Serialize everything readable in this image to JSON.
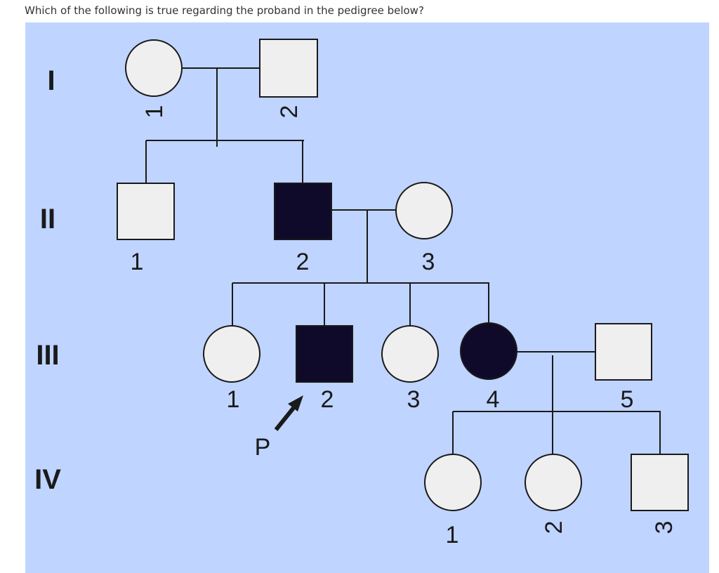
{
  "question": "Which of the following is true regarding the proband in the pedigree below?",
  "colors": {
    "background": "#bfd4ff",
    "unaffected": "#efefef",
    "affected": "#0f0a2a",
    "line": "#1a1a1a"
  },
  "generations": [
    {
      "label": "I"
    },
    {
      "label": "II"
    },
    {
      "label": "III"
    },
    {
      "label": "IV"
    }
  ],
  "individuals": {
    "I_1": {
      "number": "1",
      "sex": "female",
      "affected": false
    },
    "I_2": {
      "number": "2",
      "sex": "male",
      "affected": false
    },
    "II_1": {
      "number": "1",
      "sex": "male",
      "affected": false
    },
    "II_2": {
      "number": "2",
      "sex": "male",
      "affected": true
    },
    "II_3": {
      "number": "3",
      "sex": "female",
      "affected": false
    },
    "III_1": {
      "number": "1",
      "sex": "female",
      "affected": false
    },
    "III_2": {
      "number": "2",
      "sex": "male",
      "affected": true,
      "proband": true
    },
    "III_3": {
      "number": "3",
      "sex": "female",
      "affected": false
    },
    "III_4": {
      "number": "4",
      "sex": "female",
      "affected": true
    },
    "III_5": {
      "number": "5",
      "sex": "male",
      "affected": false
    },
    "IV_1": {
      "number": "1",
      "sex": "female",
      "affected": false
    },
    "IV_2": {
      "number": "2",
      "sex": "female",
      "affected": false
    },
    "IV_3": {
      "number": "3",
      "sex": "male",
      "affected": false
    }
  },
  "proband_marker": "P"
}
